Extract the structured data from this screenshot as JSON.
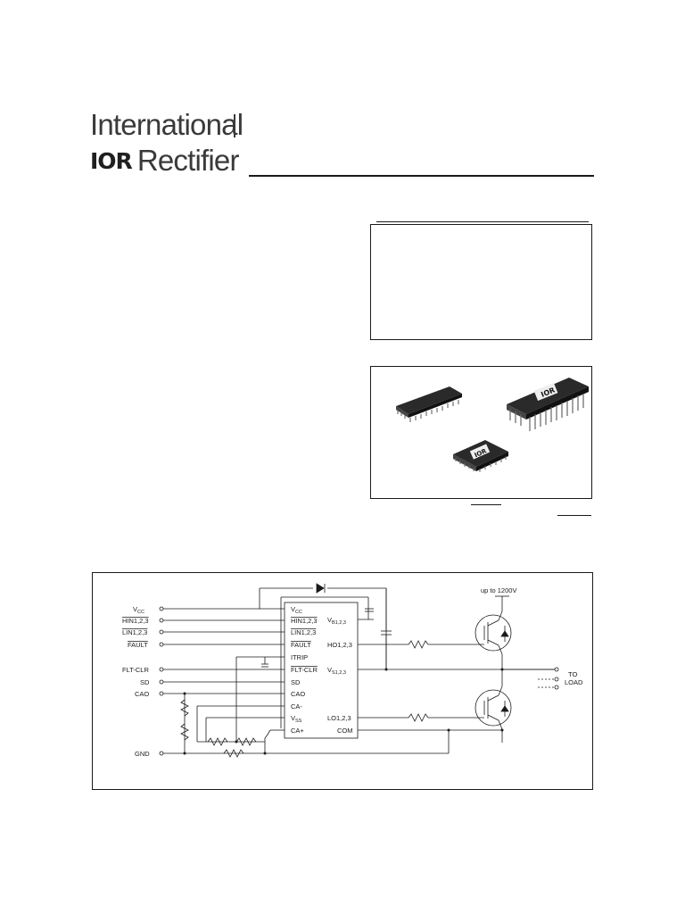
{
  "header": {
    "logo_line1": "International",
    "logo_mark": "IOR",
    "logo_word": "Rectifier"
  },
  "circuit": {
    "left_pins": [
      {
        "main": "V",
        "sub": "CC"
      },
      {
        "main": "HIN1,2,3",
        "sub": ""
      },
      {
        "main": "LIN1,2,3",
        "sub": ""
      },
      {
        "main": "FAULT",
        "sub": ""
      },
      {
        "main": "FLT-CLR",
        "sub": ""
      },
      {
        "main": "SD",
        "sub": ""
      },
      {
        "main": "CAO",
        "sub": ""
      },
      {
        "main": "GND",
        "sub": ""
      }
    ],
    "ic_left_pins": [
      {
        "main": "V",
        "sub": "CC"
      },
      {
        "main": "HIN1,2,3",
        "sub": ""
      },
      {
        "main": "LIN1,2,3",
        "sub": ""
      },
      {
        "main": "FAULT",
        "sub": ""
      },
      {
        "main": "ITRIP",
        "sub": ""
      },
      {
        "main": "FLT-CLR",
        "sub": ""
      },
      {
        "main": "SD",
        "sub": ""
      },
      {
        "main": "CAO",
        "sub": ""
      },
      {
        "main": "CA-",
        "sub": ""
      },
      {
        "main": "V",
        "sub": "SS"
      },
      {
        "main": "CA+",
        "sub": ""
      }
    ],
    "ic_right_pins": [
      {
        "main": "V",
        "sub": "B1,2,3"
      },
      {
        "main": "HO1,2,3",
        "sub": ""
      },
      {
        "main": "V",
        "sub": "S1,2,3"
      },
      {
        "main": "LO1,2,3",
        "sub": ""
      },
      {
        "main": "COM",
        "sub": ""
      }
    ],
    "supply_label": "up to 1200V",
    "load_label_1": "TO",
    "load_label_2": "LOAD"
  }
}
